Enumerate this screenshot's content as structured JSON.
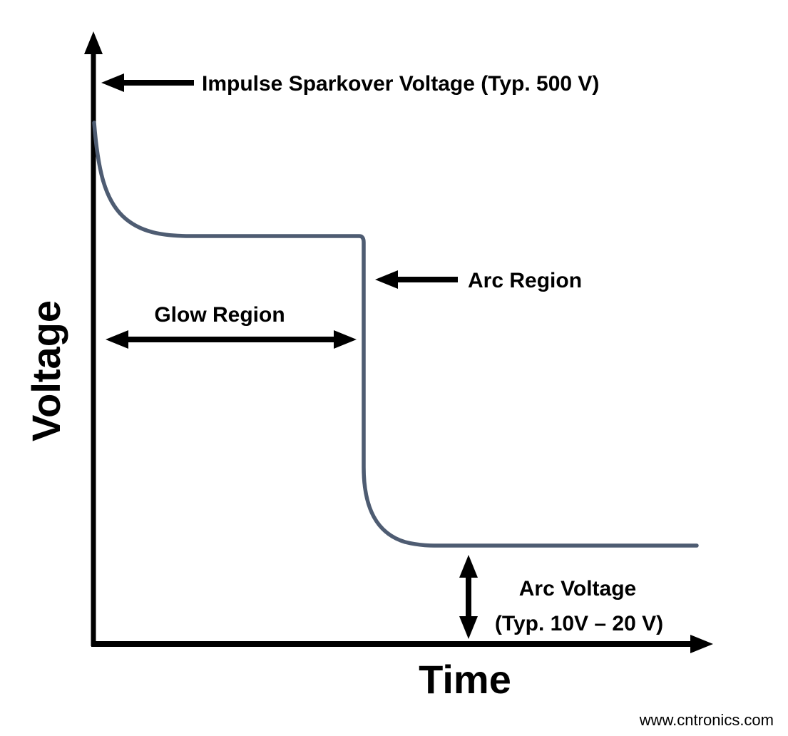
{
  "colors": {
    "curve": "#4e5c72",
    "axis": "#000000",
    "arrow": "#000000",
    "watermark": "#b5e3b5",
    "background": "#ffffff"
  },
  "axis": {
    "x_label": "Time",
    "y_label": "Voltage"
  },
  "annotations": {
    "impulse": "Impulse Sparkover Voltage (Typ. 500 V)",
    "glow_region": "Glow Region",
    "arc_region": "Arc Region",
    "arc_voltage_line1": "Arc Voltage",
    "arc_voltage_line2": "(Typ. 10V – 20 V)"
  },
  "watermark": "www.cntronics.com",
  "chart_data": {
    "type": "line",
    "title": "",
    "xlabel": "Time",
    "ylabel": "Voltage",
    "grid": false,
    "legend": false,
    "numeric_ticks": false,
    "note": "Schematic gas-discharge-tube response; axes unlabeled numerically, vertical scale not proportional",
    "series": [
      {
        "name": "voltage-vs-time",
        "color": "#4e5c72",
        "x": [
          0,
          0.15,
          0.4,
          0.8,
          1.3,
          1.9,
          4.35,
          4.4,
          4.45,
          4.6,
          4.9,
          5.3,
          9.7
        ],
        "y": [
          500,
          380,
          280,
          190,
          135,
          112,
          112,
          80,
          30,
          18,
          15,
          15,
          15
        ]
      }
    ],
    "annotations": [
      {
        "text": "Impulse Sparkover Voltage (Typ. 500 V)",
        "points_to": "curve start at y-axis",
        "value_v": 500
      },
      {
        "text": "Glow Region",
        "span": "horizontal plateau after sparkover decay"
      },
      {
        "text": "Arc Region",
        "points_to": "sharp vertical drop of curve"
      },
      {
        "text": "Arc Voltage (Typ. 10V – 20 V)",
        "points_to": "lower plateau to x-axis gap",
        "value_v_min": 10,
        "value_v_max": 20
      }
    ]
  }
}
